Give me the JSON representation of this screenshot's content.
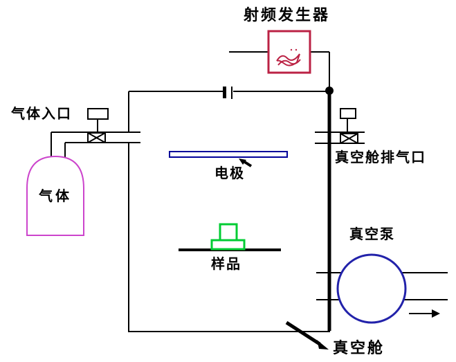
{
  "diagram": {
    "type": "schematic",
    "description_labels": {
      "rf_generator": "射频发生器",
      "gas_inlet": "气体入口",
      "gas": "气体",
      "electrode": "电极",
      "exhaust_port": "真空舱排气口",
      "vacuum_pump": "真空泵",
      "sample": "样品",
      "vacuum_chamber": "真空舱"
    },
    "icons": {
      "rf_wave": "rf-wave-icon",
      "valve_left": "valve-icon",
      "valve_right": "valve-icon",
      "capacitor": "capacitor-icon",
      "flow_arrow": "right-arrow-icon",
      "electrode_pointer": "arrow-up-left-icon",
      "chamber_pointer": "diagonal-pointer-icon"
    },
    "colors": {
      "line": "#000000",
      "rf_box": "#bb2244",
      "gas_bottle": "#cc44cc",
      "electrode": "#000099",
      "sample": "#00cc33",
      "pump": "#2222aa",
      "background": "#ffffff"
    }
  }
}
